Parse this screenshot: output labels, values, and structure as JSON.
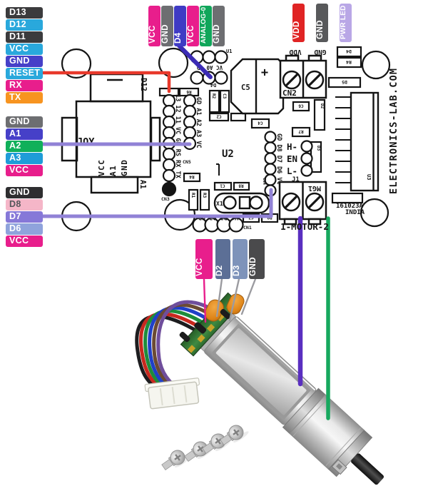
{
  "pin_labels": {
    "left_groups": [
      {
        "items": [
          {
            "label": "D13",
            "bg": "#3b3b3d",
            "fg": "#ffffff"
          },
          {
            "label": "D12",
            "bg": "#29a8dc",
            "fg": "#ffffff"
          },
          {
            "label": "D11",
            "bg": "#3b3b3d",
            "fg": "#ffffff"
          },
          {
            "label": "VCC",
            "bg": "#29a8dc",
            "fg": "#ffffff"
          },
          {
            "label": "GND",
            "bg": "#4640c8",
            "fg": "#ffffff"
          },
          {
            "label": "RESET",
            "bg": "#29a8dc",
            "fg": "#ffffff"
          },
          {
            "label": "RX",
            "bg": "#e81e8c",
            "fg": "#ffffff"
          },
          {
            "label": "TX",
            "bg": "#f79420",
            "fg": "#ffffff"
          }
        ]
      },
      {
        "items": [
          {
            "label": "GND",
            "bg": "#6d6e71",
            "fg": "#ffffff"
          },
          {
            "label": "A1",
            "bg": "#4640c8",
            "fg": "#ffffff"
          },
          {
            "label": "A2",
            "bg": "#10b05a",
            "fg": "#ffffff"
          },
          {
            "label": "A3",
            "bg": "#1e9cd8",
            "fg": "#ffffff"
          },
          {
            "label": "VCC",
            "bg": "#e81e8c",
            "fg": "#ffffff"
          }
        ]
      },
      {
        "items": [
          {
            "label": "GND",
            "bg": "#2e2e30",
            "fg": "#ffffff"
          },
          {
            "label": "D8",
            "bg": "#f5b6c8",
            "fg": "#55565a"
          },
          {
            "label": "D7",
            "bg": "#8678d8",
            "fg": "#ffffff"
          },
          {
            "label": "D6",
            "bg": "#8fa3dc",
            "fg": "#ffffff"
          },
          {
            "label": "VCC",
            "bg": "#e81e8c",
            "fg": "#ffffff"
          }
        ]
      }
    ],
    "top_groups": [
      {
        "items": [
          {
            "label": "VCC",
            "bg": "#e81e8c",
            "fg": "#ffffff"
          },
          {
            "label": "GND",
            "bg": "#6d6e71",
            "fg": "#ffffff"
          },
          {
            "label": "D4",
            "bg": "#3f3bc4",
            "fg": "#ffffff"
          }
        ]
      },
      {
        "items": [
          {
            "label": "VCC",
            "bg": "#e81e8c",
            "fg": "#ffffff"
          },
          {
            "label": "ANALOG-0",
            "bg": "#10a65a",
            "fg": "#ffffff"
          },
          {
            "label": "GND",
            "bg": "#6d6e71",
            "fg": "#ffffff"
          }
        ]
      },
      {
        "items": [
          {
            "label": "VDD",
            "bg": "#e02424",
            "fg": "#ffffff"
          },
          {
            "label": "GND",
            "bg": "#58595b",
            "fg": "#ffffff"
          },
          {
            "label": "PWR LED",
            "bg": "#b9a7e6",
            "fg": "#ffffff"
          }
        ]
      }
    ],
    "bottom_group": {
      "items": [
        {
          "label": "VCC",
          "bg": "#e81e8c",
          "fg": "#ffffff"
        },
        {
          "label": "D2",
          "bg": "#5c6f96",
          "fg": "#ffffff"
        },
        {
          "label": "D3",
          "bg": "#7e93ba",
          "fg": "#ffffff"
        },
        {
          "label": "GND",
          "bg": "#4a4a4c",
          "fg": "#ffffff"
        }
      ]
    }
  },
  "pcb": {
    "silk": {
      "joy": "JOY",
      "joy_vcc": "VCC",
      "joy_a1": "A1",
      "joy_gnd": "GND",
      "d12": "D12",
      "a1_tab": "A1",
      "cn5_left_pins": "13 12 11 VC GD RS RX TX",
      "cn5_right_pins": "GD A1 A2 A3 VC",
      "cn5": "CN5",
      "cn3": "CN3",
      "u1": "U1",
      "u1_pins": "VC A0 GD",
      "u1_d4": "D4",
      "r2": "R2",
      "c3": "C3",
      "c2": "C2",
      "c5": "C5",
      "plus": "+",
      "cn2": "CN2",
      "cn2_vdd": "VDD",
      "cn2_gnd": "GND",
      "d4_top": "D4",
      "r4_top": "R4",
      "d5": "D5",
      "c4": "C4",
      "u2": "U2",
      "c6": "C6",
      "d2": "D2",
      "r7": "R7",
      "d3": "D3",
      "cn4": "CN4",
      "cn4_pins": "GD D8 D7 D6 VC",
      "h_pin": "H-",
      "en_pin": "EN",
      "l_pin": "L-",
      "j1": "J1",
      "r4": "R4",
      "r1": "R1",
      "r3": "R3",
      "c1": "C1",
      "r8": "R8",
      "x1": "X1",
      "r6": "R6",
      "cn1": "CN1",
      "cn1_pins": "VC D2 D3 GD",
      "c7": "C7",
      "r9": "R9",
      "mg1": "MG1",
      "motor_label": "1-MOTOR-2",
      "u3": "U3",
      "board_code": "161023A",
      "board_country": "INDIA",
      "website": "ELECTRONICS-LAB.COM"
    }
  },
  "wires": {
    "reset_wire": "#e8392b",
    "d4_wire": "#3b2bb5",
    "a2_wire": "#9182d6",
    "d7_wire": "#9182d6",
    "motor1_wire": "#5a2fc0",
    "motor2_wire": "#17a85e",
    "vcc_wire": "#e81e8c",
    "signal_wire": "#9b9ba0"
  },
  "bundle": [
    "#1d1d1f",
    "#c8281e",
    "#1e8c3c",
    "#2040c8",
    "#6b4a33",
    "#6f4e9c"
  ]
}
